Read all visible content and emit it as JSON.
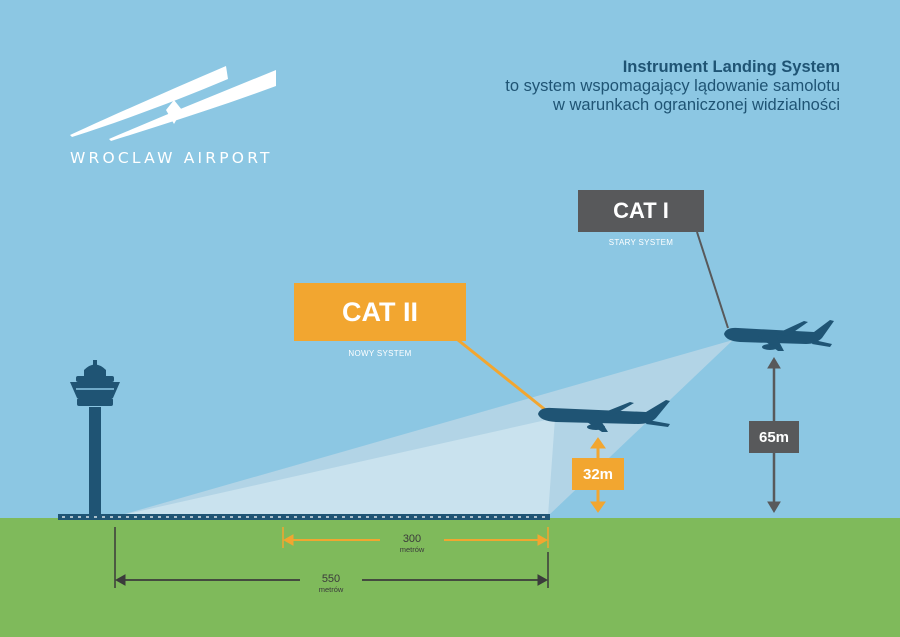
{
  "logo": {
    "text": "WROCLAW AIRPORT"
  },
  "header": {
    "title": "Instrument Landing System",
    "subtitle_line1": "to system wspomagający lądowanie samolotu",
    "subtitle_line2": "w warunkach ograniczonej widzialności"
  },
  "cat1": {
    "label": "CAT I",
    "sublabel": "STARY SYSTEM",
    "height_label": "65m"
  },
  "cat2": {
    "label": "CAT II",
    "sublabel": "NOWY SYSTEM",
    "height_label": "32m"
  },
  "distances": {
    "d300": {
      "value": "300",
      "unit": "metrów"
    },
    "d550": {
      "value": "550",
      "unit": "metrów"
    }
  },
  "colors": {
    "sky": "#8cc7e3",
    "ground": "#7fba5b",
    "accent_orange": "#f2a630",
    "accent_gray": "#58595b",
    "navy": "#1f5474",
    "beam": "#c8e2ef"
  },
  "icons": [
    "airport-logo-icon",
    "control-tower-icon",
    "airplane-icon"
  ]
}
